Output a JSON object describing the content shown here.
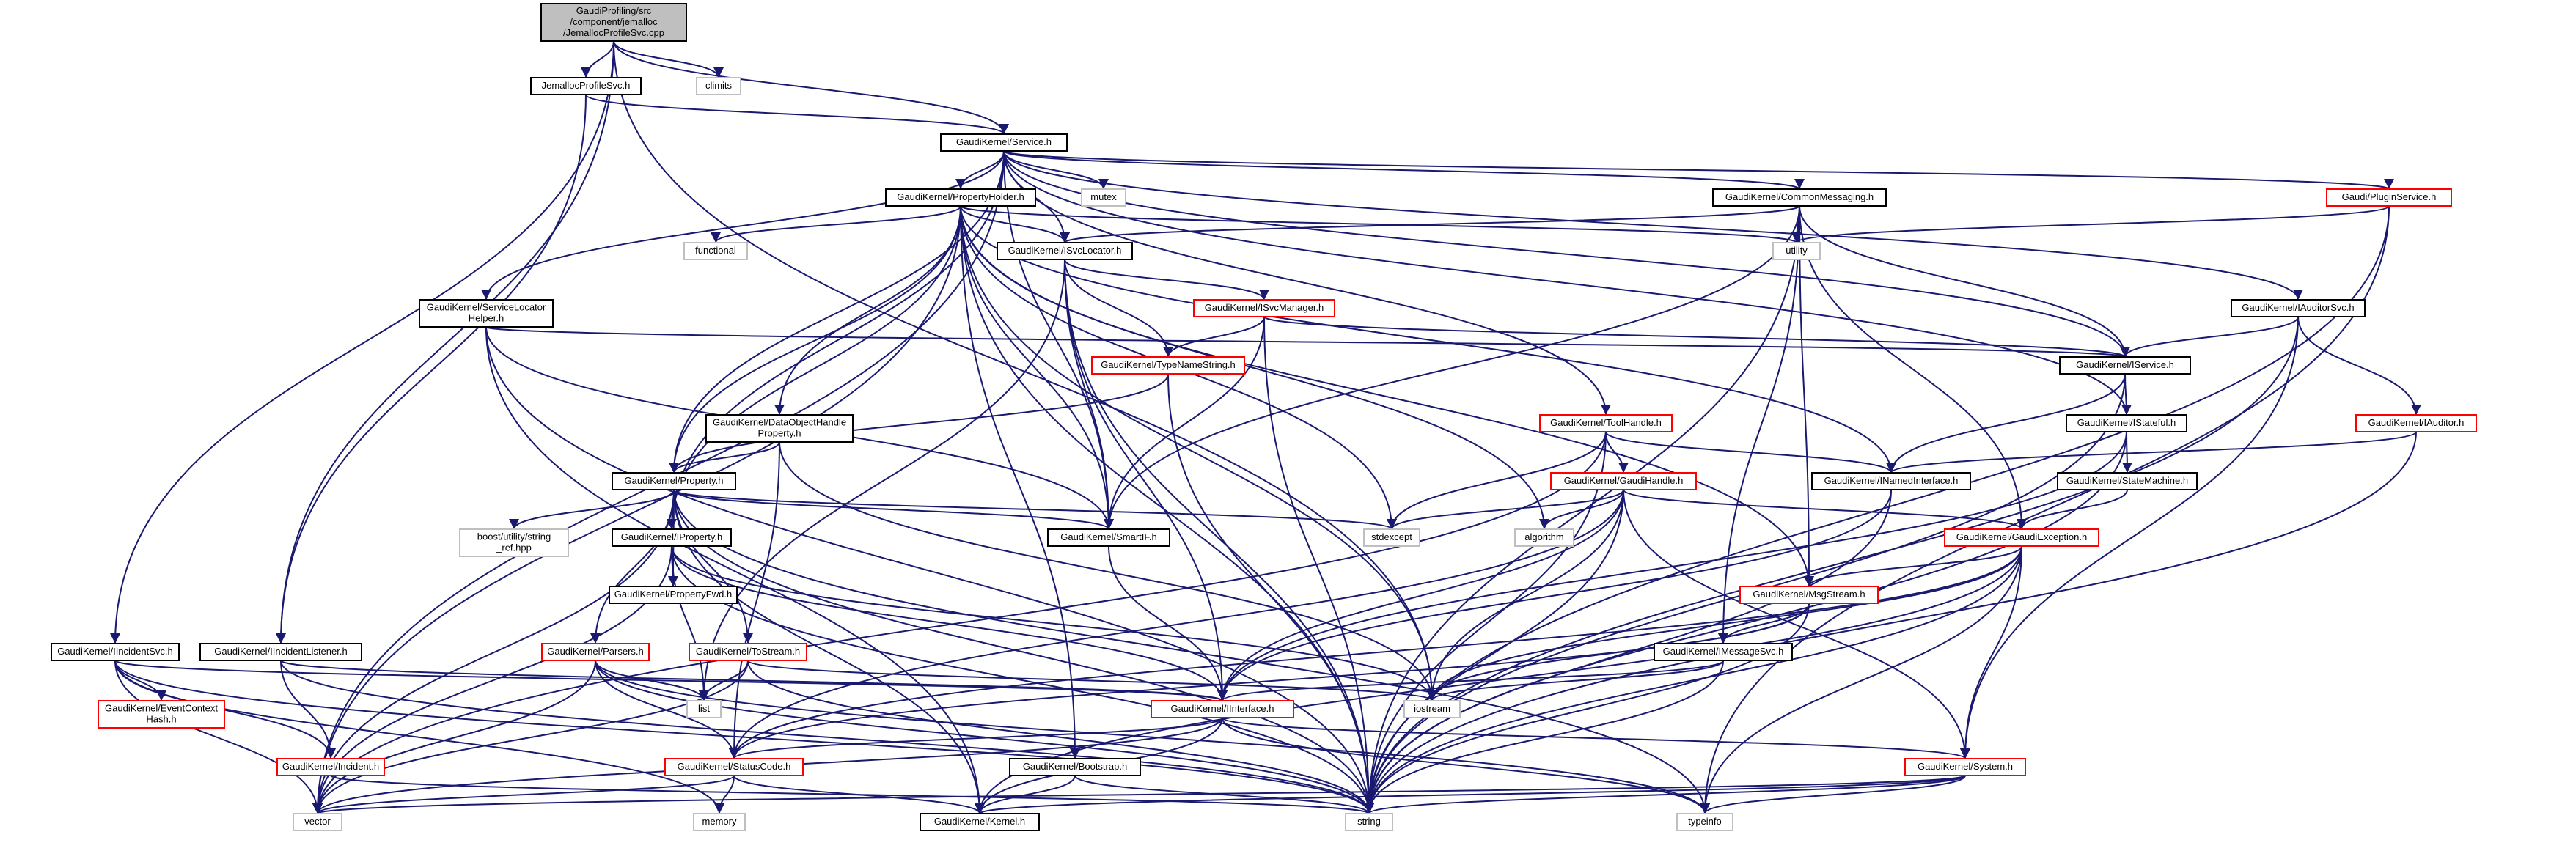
{
  "colors": {
    "background": "#ffffff",
    "edge": "#191970",
    "node_border_normal": "#000000",
    "node_border_incomplete": "#ff0000",
    "node_border_external": "#bfbfbf",
    "root_fill": "#bfbfbf",
    "node_fill": "#ffffff"
  },
  "nodes": [
    {
      "id": "root",
      "lines": [
        "GaudiProfiling/src",
        "/component/jemalloc",
        "/JemallocProfileSvc.cpp"
      ],
      "style": "root"
    },
    {
      "id": "jemprof",
      "lines": [
        "JemallocProfileSvc.h"
      ],
      "style": "normal"
    },
    {
      "id": "climits",
      "lines": [
        "climits"
      ],
      "style": "external"
    },
    {
      "id": "service",
      "lines": [
        "GaudiKernel/Service.h"
      ],
      "style": "normal"
    },
    {
      "id": "propholder",
      "lines": [
        "GaudiKernel/PropertyHolder.h"
      ],
      "style": "normal"
    },
    {
      "id": "mutex",
      "lines": [
        "mutex"
      ],
      "style": "external"
    },
    {
      "id": "commonmsg",
      "lines": [
        "GaudiKernel/CommonMessaging.h"
      ],
      "style": "normal"
    },
    {
      "id": "pluginsvc",
      "lines": [
        "Gaudi/PluginService.h"
      ],
      "style": "incomplete"
    },
    {
      "id": "functional",
      "lines": [
        "functional"
      ],
      "style": "external"
    },
    {
      "id": "isvclocator",
      "lines": [
        "GaudiKernel/ISvcLocator.h"
      ],
      "style": "normal"
    },
    {
      "id": "utility",
      "lines": [
        "utility"
      ],
      "style": "external"
    },
    {
      "id": "svclochelper",
      "lines": [
        "GaudiKernel/ServiceLocator",
        "Helper.h"
      ],
      "style": "normal"
    },
    {
      "id": "isvcmgr",
      "lines": [
        "GaudiKernel/ISvcManager.h"
      ],
      "style": "incomplete"
    },
    {
      "id": "iauditorsvc",
      "lines": [
        "GaudiKernel/IAuditorSvc.h"
      ],
      "style": "normal"
    },
    {
      "id": "typename",
      "lines": [
        "GaudiKernel/TypeNameString.h"
      ],
      "style": "incomplete"
    },
    {
      "id": "iservice",
      "lines": [
        "GaudiKernel/IService.h"
      ],
      "style": "normal"
    },
    {
      "id": "dataobjhandle",
      "lines": [
        "GaudiKernel/DataObjectHandle",
        "Property.h"
      ],
      "style": "normal"
    },
    {
      "id": "toolhandle",
      "lines": [
        "GaudiKernel/ToolHandle.h"
      ],
      "style": "incomplete"
    },
    {
      "id": "istateful",
      "lines": [
        "GaudiKernel/IStateful.h"
      ],
      "style": "normal"
    },
    {
      "id": "iauditor",
      "lines": [
        "GaudiKernel/IAuditor.h"
      ],
      "style": "incomplete"
    },
    {
      "id": "property",
      "lines": [
        "GaudiKernel/Property.h"
      ],
      "style": "normal"
    },
    {
      "id": "gaudihandle",
      "lines": [
        "GaudiKernel/GaudiHandle.h"
      ],
      "style": "incomplete"
    },
    {
      "id": "inamed",
      "lines": [
        "GaudiKernel/INamedInterface.h"
      ],
      "style": "normal"
    },
    {
      "id": "statemachine",
      "lines": [
        "GaudiKernel/StateMachine.h"
      ],
      "style": "normal"
    },
    {
      "id": "boostutil",
      "lines": [
        "boost/utility/string",
        "_ref.hpp"
      ],
      "style": "external"
    },
    {
      "id": "iproperty",
      "lines": [
        "GaudiKernel/IProperty.h"
      ],
      "style": "normal"
    },
    {
      "id": "smartif",
      "lines": [
        "GaudiKernel/SmartIF.h"
      ],
      "style": "normal"
    },
    {
      "id": "stdexcept",
      "lines": [
        "stdexcept"
      ],
      "style": "external"
    },
    {
      "id": "algorithm",
      "lines": [
        "algorithm"
      ],
      "style": "external"
    },
    {
      "id": "gaudiexc",
      "lines": [
        "GaudiKernel/GaudiException.h"
      ],
      "style": "incomplete"
    },
    {
      "id": "propfwd",
      "lines": [
        "GaudiKernel/PropertyFwd.h"
      ],
      "style": "normal"
    },
    {
      "id": "msgstream",
      "lines": [
        "GaudiKernel/MsgStream.h"
      ],
      "style": "incomplete"
    },
    {
      "id": "iincidentsvc",
      "lines": [
        "GaudiKernel/IIncidentSvc.h"
      ],
      "style": "normal"
    },
    {
      "id": "iincidentlst",
      "lines": [
        "GaudiKernel/IIncidentListener.h"
      ],
      "style": "normal"
    },
    {
      "id": "parsers",
      "lines": [
        "GaudiKernel/Parsers.h"
      ],
      "style": "incomplete"
    },
    {
      "id": "tostream",
      "lines": [
        "GaudiKernel/ToStream.h"
      ],
      "style": "incomplete"
    },
    {
      "id": "imessagesvc",
      "lines": [
        "GaudiKernel/IMessageSvc.h"
      ],
      "style": "normal"
    },
    {
      "id": "eventctx",
      "lines": [
        "GaudiKernel/EventContext",
        "Hash.h"
      ],
      "style": "incomplete"
    },
    {
      "id": "list",
      "lines": [
        "list"
      ],
      "style": "external"
    },
    {
      "id": "iinterface",
      "lines": [
        "GaudiKernel/IInterface.h"
      ],
      "style": "incomplete"
    },
    {
      "id": "iostream",
      "lines": [
        "iostream"
      ],
      "style": "external"
    },
    {
      "id": "iincident",
      "lines": [
        "GaudiKernel/Incident.h"
      ],
      "style": "incomplete"
    },
    {
      "id": "statuscode",
      "lines": [
        "GaudiKernel/StatusCode.h"
      ],
      "style": "incomplete"
    },
    {
      "id": "bootstrap",
      "lines": [
        "GaudiKernel/Bootstrap.h"
      ],
      "style": "normal"
    },
    {
      "id": "system",
      "lines": [
        "GaudiKernel/System.h"
      ],
      "style": "incomplete"
    },
    {
      "id": "vector",
      "lines": [
        "vector"
      ],
      "style": "external"
    },
    {
      "id": "memory",
      "lines": [
        "memory"
      ],
      "style": "external"
    },
    {
      "id": "kernel",
      "lines": [
        "GaudiKernel/Kernel.h"
      ],
      "style": "normal"
    },
    {
      "id": "string",
      "lines": [
        "string"
      ],
      "style": "external"
    },
    {
      "id": "typeinfo",
      "lines": [
        "typeinfo"
      ],
      "style": "external"
    }
  ],
  "edges": [
    [
      "root",
      "jemprof"
    ],
    [
      "root",
      "climits"
    ],
    [
      "root",
      "service"
    ],
    [
      "root",
      "iincidentsvc"
    ],
    [
      "root",
      "iincidentlst"
    ],
    [
      "root",
      "iostream"
    ],
    [
      "jemprof",
      "service"
    ],
    [
      "jemprof",
      "iincidentlst"
    ],
    [
      "service",
      "propholder"
    ],
    [
      "service",
      "mutex"
    ],
    [
      "service",
      "commonmsg"
    ],
    [
      "service",
      "pluginsvc"
    ],
    [
      "service",
      "isvclocator"
    ],
    [
      "service",
      "svclochelper"
    ],
    [
      "service",
      "iauditorsvc"
    ],
    [
      "service",
      "iservice"
    ],
    [
      "service",
      "toolhandle"
    ],
    [
      "service",
      "istateful"
    ],
    [
      "service",
      "property"
    ],
    [
      "service",
      "iproperty"
    ],
    [
      "service",
      "smartif"
    ],
    [
      "service",
      "vector"
    ],
    [
      "propholder",
      "functional"
    ],
    [
      "propholder",
      "isvclocator"
    ],
    [
      "propholder",
      "utility"
    ],
    [
      "propholder",
      "dataobjhandle"
    ],
    [
      "propholder",
      "property"
    ],
    [
      "propholder",
      "iproperty"
    ],
    [
      "propholder",
      "inamed"
    ],
    [
      "propholder",
      "smartif"
    ],
    [
      "propholder",
      "stdexcept"
    ],
    [
      "propholder",
      "algorithm"
    ],
    [
      "propholder",
      "msgstream"
    ],
    [
      "propholder",
      "bootstrap"
    ],
    [
      "propholder",
      "iostream"
    ],
    [
      "propholder",
      "string"
    ],
    [
      "propholder",
      "vector"
    ],
    [
      "commonmsg",
      "utility"
    ],
    [
      "commonmsg",
      "isvclocator"
    ],
    [
      "commonmsg",
      "iservice"
    ],
    [
      "commonmsg",
      "smartif"
    ],
    [
      "commonmsg",
      "gaudiexc"
    ],
    [
      "commonmsg",
      "msgstream"
    ],
    [
      "commonmsg",
      "imessagesvc"
    ],
    [
      "commonmsg",
      "string"
    ],
    [
      "pluginsvc",
      "utility"
    ],
    [
      "pluginsvc",
      "string"
    ],
    [
      "pluginsvc",
      "typeinfo"
    ],
    [
      "isvclocator",
      "isvcmgr"
    ],
    [
      "isvclocator",
      "typename"
    ],
    [
      "isvclocator",
      "smartif"
    ],
    [
      "isvclocator",
      "iinterface"
    ],
    [
      "isvclocator",
      "list"
    ],
    [
      "isvclocator",
      "string"
    ],
    [
      "svclochelper",
      "iservice"
    ],
    [
      "svclochelper",
      "smartif"
    ],
    [
      "svclochelper",
      "kernel"
    ],
    [
      "svclochelper",
      "string"
    ],
    [
      "isvcmgr",
      "typename"
    ],
    [
      "isvcmgr",
      "iservice"
    ],
    [
      "isvcmgr",
      "smartif"
    ],
    [
      "isvcmgr",
      "string"
    ],
    [
      "iauditorsvc",
      "iservice"
    ],
    [
      "iauditorsvc",
      "iauditor"
    ],
    [
      "iauditorsvc",
      "system"
    ],
    [
      "iauditorsvc",
      "string"
    ],
    [
      "typename",
      "property"
    ],
    [
      "typename",
      "string"
    ],
    [
      "iservice",
      "inamed"
    ],
    [
      "iservice",
      "istateful"
    ],
    [
      "iservice",
      "string"
    ],
    [
      "dataobjhandle",
      "property"
    ],
    [
      "dataobjhandle",
      "statuscode"
    ],
    [
      "dataobjhandle",
      "iostream"
    ],
    [
      "toolhandle",
      "gaudihandle"
    ],
    [
      "toolhandle",
      "inamed"
    ],
    [
      "toolhandle",
      "stdexcept"
    ],
    [
      "toolhandle",
      "string"
    ],
    [
      "toolhandle",
      "vector"
    ],
    [
      "istateful",
      "statemachine"
    ],
    [
      "istateful",
      "iinterface"
    ],
    [
      "istateful",
      "string"
    ],
    [
      "iauditor",
      "inamed"
    ],
    [
      "iauditor",
      "string"
    ],
    [
      "property",
      "boostutil"
    ],
    [
      "property",
      "iproperty"
    ],
    [
      "property",
      "propfwd"
    ],
    [
      "property",
      "smartif"
    ],
    [
      "property",
      "stdexcept"
    ],
    [
      "property",
      "parsers"
    ],
    [
      "property",
      "tostream"
    ],
    [
      "property",
      "string"
    ],
    [
      "property",
      "typeinfo"
    ],
    [
      "property",
      "kernel"
    ],
    [
      "property",
      "vector"
    ],
    [
      "gaudihandle",
      "stdexcept"
    ],
    [
      "gaudihandle",
      "algorithm"
    ],
    [
      "gaudihandle",
      "gaudiexc"
    ],
    [
      "gaudihandle",
      "iinterface"
    ],
    [
      "gaudihandle",
      "iostream"
    ],
    [
      "gaudihandle",
      "system"
    ],
    [
      "gaudihandle",
      "statuscode"
    ],
    [
      "gaudihandle",
      "string"
    ],
    [
      "inamed",
      "iinterface"
    ],
    [
      "inamed",
      "string"
    ],
    [
      "statemachine",
      "gaudiexc"
    ],
    [
      "iproperty",
      "propfwd"
    ],
    [
      "iproperty",
      "iinterface"
    ],
    [
      "iproperty",
      "iostream"
    ],
    [
      "iproperty",
      "list"
    ],
    [
      "iproperty",
      "string"
    ],
    [
      "iproperty",
      "vector"
    ],
    [
      "smartif",
      "iinterface"
    ],
    [
      "gaudiexc",
      "msgstream"
    ],
    [
      "gaudiexc",
      "system"
    ],
    [
      "gaudiexc",
      "iostream"
    ],
    [
      "gaudiexc",
      "statuscode"
    ],
    [
      "gaudiexc",
      "kernel"
    ],
    [
      "gaudiexc",
      "string"
    ],
    [
      "gaudiexc",
      "typeinfo"
    ],
    [
      "msgstream",
      "imessagesvc"
    ],
    [
      "msgstream",
      "iostream"
    ],
    [
      "msgstream",
      "statuscode"
    ],
    [
      "msgstream",
      "string"
    ],
    [
      "iincidentsvc",
      "eventctx"
    ],
    [
      "iincidentsvc",
      "iinterface"
    ],
    [
      "iincidentsvc",
      "iincident"
    ],
    [
      "iincidentsvc",
      "memory"
    ],
    [
      "iincidentsvc",
      "string"
    ],
    [
      "iincidentsvc",
      "vector"
    ],
    [
      "iincidentlst",
      "iinterface"
    ],
    [
      "iincidentlst",
      "iincident"
    ],
    [
      "iincidentlst",
      "string"
    ],
    [
      "parsers",
      "statuscode"
    ],
    [
      "parsers",
      "list"
    ],
    [
      "parsers",
      "string"
    ],
    [
      "parsers",
      "vector"
    ],
    [
      "parsers",
      "typeinfo"
    ],
    [
      "tostream",
      "list"
    ],
    [
      "tostream",
      "string"
    ],
    [
      "tostream",
      "vector"
    ],
    [
      "tostream",
      "iostream"
    ],
    [
      "imessagesvc",
      "iinterface"
    ],
    [
      "imessagesvc",
      "iostream"
    ],
    [
      "imessagesvc",
      "string"
    ],
    [
      "iinterface",
      "statuscode"
    ],
    [
      "iinterface",
      "system"
    ],
    [
      "iinterface",
      "kernel"
    ],
    [
      "iinterface",
      "typeinfo"
    ],
    [
      "iinterface",
      "vector"
    ],
    [
      "iincident",
      "string"
    ],
    [
      "statuscode",
      "memory"
    ],
    [
      "statuscode",
      "kernel"
    ],
    [
      "statuscode",
      "vector"
    ],
    [
      "bootstrap",
      "kernel"
    ],
    [
      "bootstrap",
      "string"
    ],
    [
      "system",
      "kernel"
    ],
    [
      "system",
      "string"
    ],
    [
      "system",
      "typeinfo"
    ],
    [
      "system",
      "vector"
    ]
  ]
}
